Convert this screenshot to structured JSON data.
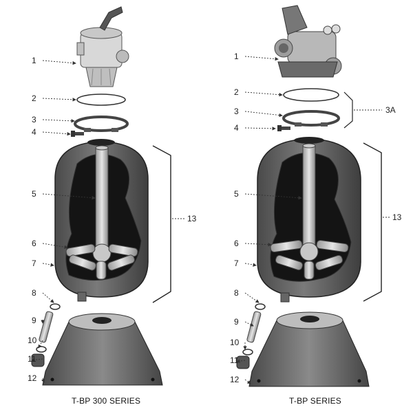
{
  "left": {
    "labels": [
      "1",
      "2",
      "3",
      "4",
      "5",
      "6",
      "7",
      "8",
      "9",
      "10",
      "11",
      "12",
      "13"
    ],
    "caption": "T-BP 300 SERIES"
  },
  "right": {
    "labels": [
      "1",
      "2",
      "3",
      "4",
      "5",
      "6",
      "7",
      "8",
      "9",
      "10",
      "11",
      "12",
      "13",
      "3A"
    ],
    "caption": "T-BP SERIES"
  }
}
